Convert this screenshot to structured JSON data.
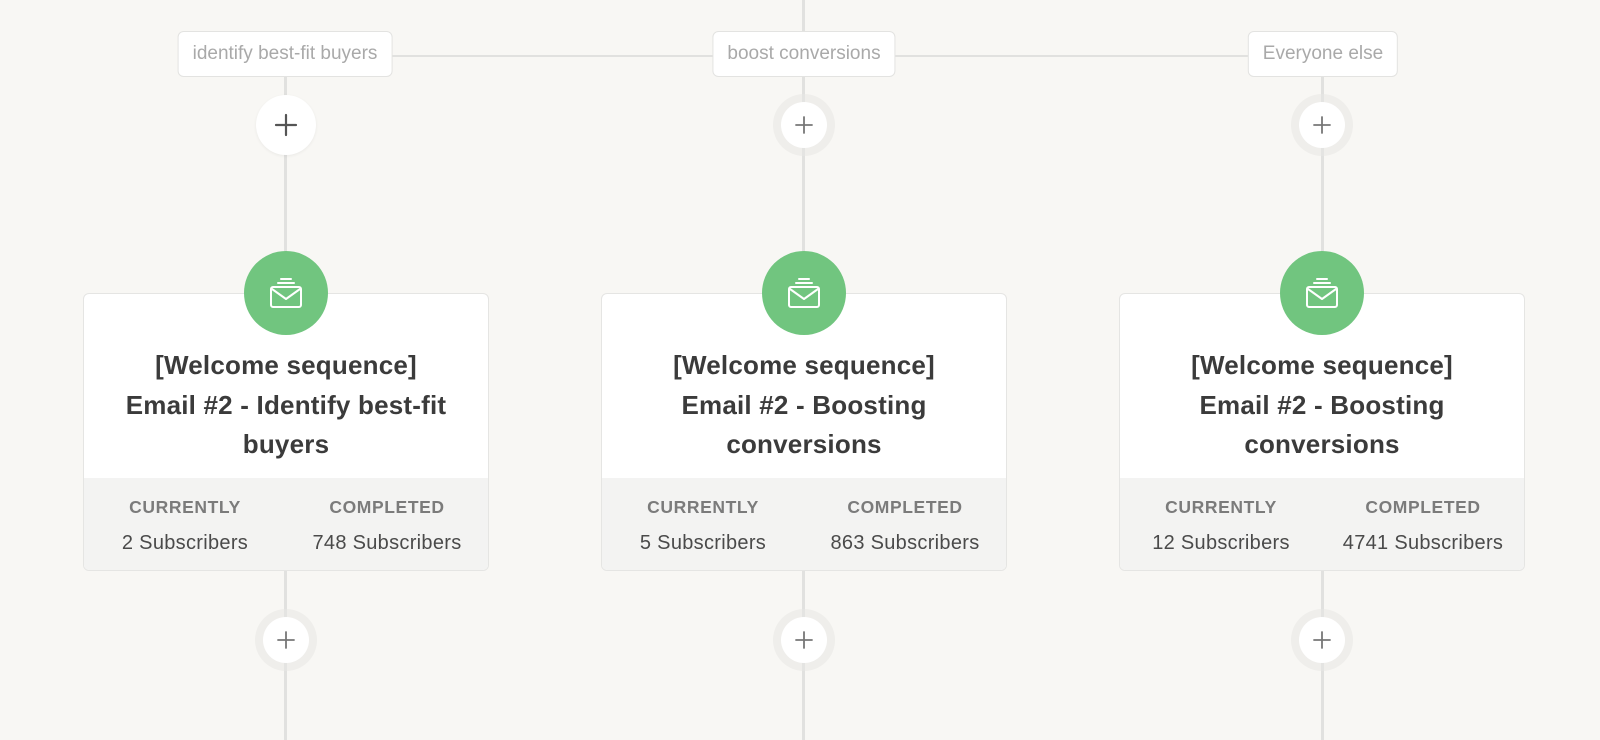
{
  "branches": [
    {
      "label": "identify best-fit buyers",
      "card": {
        "title_line1": "[Welcome sequence]",
        "title_line2": "Email #2 - Identify best-fit",
        "title_line3": "buyers",
        "currently_label": "CURRENTLY",
        "currently_value": "2 Subscribers",
        "completed_label": "COMPLETED",
        "completed_value": "748 Subscribers"
      }
    },
    {
      "label": "boost conversions",
      "card": {
        "title_line1": "[Welcome sequence]",
        "title_line2": "Email #2 - Boosting",
        "title_line3": "conversions",
        "currently_label": "CURRENTLY",
        "currently_value": "5 Subscribers",
        "completed_label": "COMPLETED",
        "completed_value": "863 Subscribers"
      }
    },
    {
      "label": "Everyone else",
      "card": {
        "title_line1": "[Welcome sequence]",
        "title_line2": "Email #2 - Boosting",
        "title_line3": "conversions",
        "currently_label": "CURRENTLY",
        "currently_value": "12 Subscribers",
        "completed_label": "COMPLETED",
        "completed_value": "4741 Subscribers"
      }
    }
  ],
  "icons": {
    "add": "plus-icon",
    "email": "email-stack-icon"
  },
  "colors": {
    "background": "#f8f7f4",
    "connector": "#e1e1df",
    "email_accent": "#71c57f",
    "card_footer": "#f3f3f2"
  }
}
